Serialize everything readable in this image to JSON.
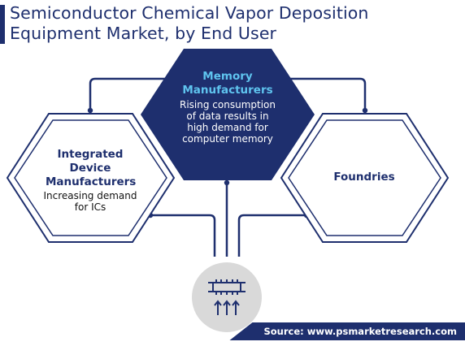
{
  "title": "Semiconductor Chemical Vapor Deposition Equipment Market, by End User",
  "segments": [
    {
      "name": "Memory Manufacturers",
      "description": "Rising consumption of data results in high demand for computer memory"
    },
    {
      "name": "Integrated Device Manufacturers",
      "description": "Increasing demand for ICs"
    },
    {
      "name": "Foundries",
      "description": ""
    }
  ],
  "source": "Source: www.psmarketresearch.com",
  "icons": {
    "center": "cvd-equipment-icon"
  },
  "colors": {
    "navy": "#1e2f6e",
    "accent": "#5fc4ef",
    "circle": "#d9d9d9"
  }
}
